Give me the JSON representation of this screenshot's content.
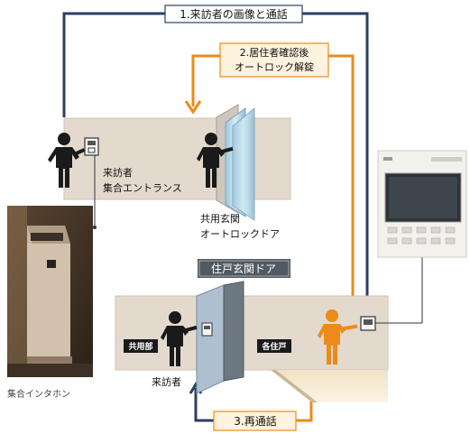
{
  "colors": {
    "navy": "#2b3f64",
    "orange": "#ee8a1a",
    "figure_dark": "#1a1a1a",
    "figure_orange": "#ee8a1a",
    "wall": "#e3d9cd",
    "wall_edge": "#cfc3b5",
    "door_band_bg": "#515a62",
    "step_label_bg": "#fdf3df"
  },
  "steps": [
    {
      "label": "1.来訪者の画像と通話"
    },
    {
      "line1": "2.居住者確認後",
      "line2": "オートロック解錠"
    },
    {
      "label": "3.再通話"
    }
  ],
  "entrance": {
    "visitor_line1": "来訪者",
    "visitor_line2": "集合エントランス",
    "autolock_line1": "共用玄関",
    "autolock_line2": "オートロックドア"
  },
  "residence": {
    "door_label": "住戸玄関ドア",
    "common_area_badge": "共用部",
    "unit_badge": "各住戸",
    "visitor_label": "来訪者"
  },
  "photo_caption": "集合インタホン",
  "icons": [
    "person-icon",
    "intercom-icon",
    "glass-door-icon",
    "monitor-intercom-icon",
    "entrance-intercom-photo"
  ]
}
